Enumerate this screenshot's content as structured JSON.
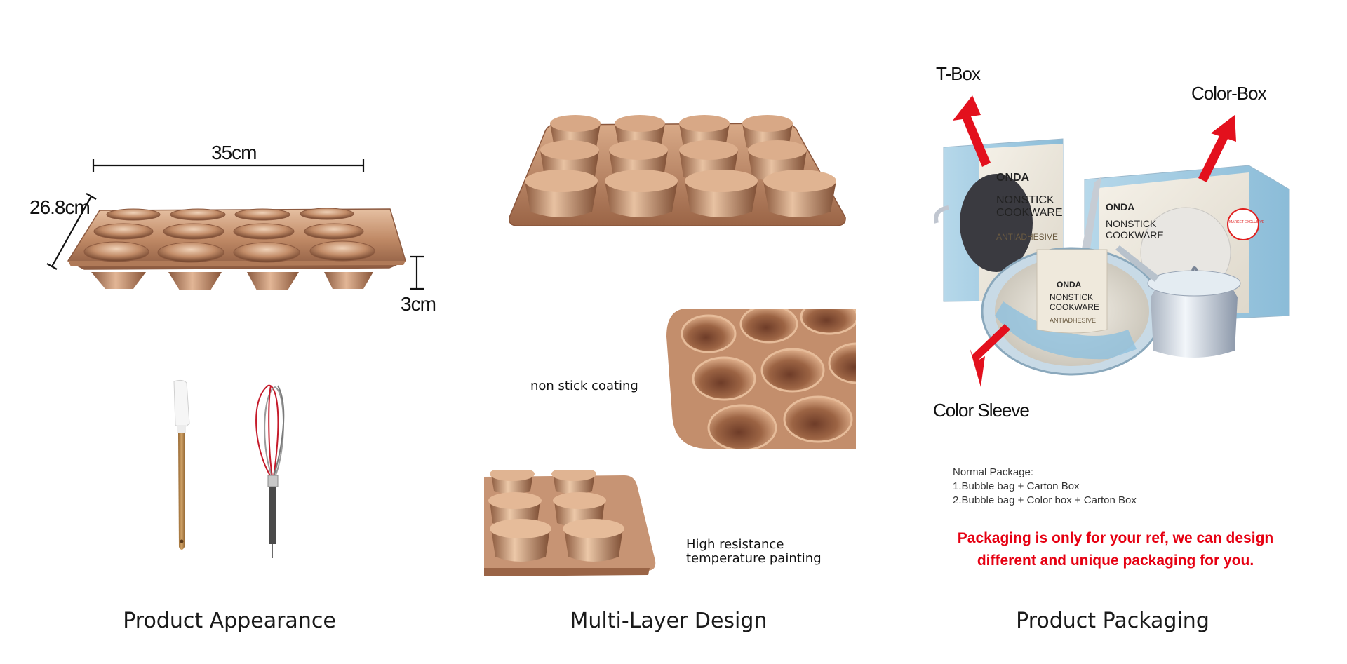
{
  "sections": {
    "appearance": {
      "title": "Product Appearance",
      "dimensions": {
        "length": "35cm",
        "width": "26.8cm",
        "height": "3cm"
      }
    },
    "multilayer": {
      "title": "Multi-Layer Design",
      "features": {
        "coating": "non stick coating",
        "painting_line1": "High resistance",
        "painting_line2": "temperature painting"
      }
    },
    "packaging": {
      "title": "Product Packaging",
      "labels": {
        "t_box": "T-Box",
        "color_box": "Color-Box",
        "color_sleeve": "Color Sleeve"
      },
      "box_text": {
        "brand": "ONDA",
        "nonstick": "NONSTICK",
        "cookware": "COOKWARE",
        "antiadhesive": "ANTIADHESIVE",
        "market_exclusive": "MARKET EXCLUSIVE"
      },
      "notes": {
        "heading": "Normal Package:",
        "line1": "1.Bubble bag + Carton Box",
        "line2": "2.Bubble bag + Color box + Carton Box"
      },
      "highlight": {
        "line1": "Packaging is only for your ref, we can design",
        "line2": "different and unique packaging for you."
      }
    }
  },
  "colors": {
    "rose_gold": "#b07a5a",
    "rose_gold_light": "#e1b89a",
    "rose_gold_dark": "#6e4430",
    "arrow_red": "#e3101d",
    "highlight_red": "#e60012"
  }
}
